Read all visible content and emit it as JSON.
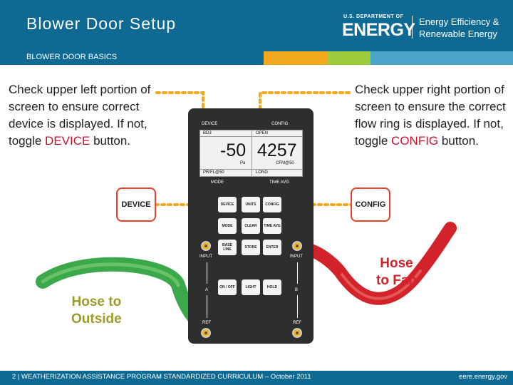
{
  "header": {
    "title": "Blower Door Setup"
  },
  "logo": {
    "dept": "U.S. DEPARTMENT OF",
    "energy": "ENERGY",
    "line1": "Energy Efficiency &",
    "line2": "Renewable Energy"
  },
  "subheader": {
    "label": "BLOWER DOOR BASICS"
  },
  "left_text": {
    "before": "Check upper left portion of screen to ensure correct device is displayed. If not, toggle ",
    "highlight": "DEVICE",
    "after": " button."
  },
  "right_text": {
    "before": "Check upper right portion of screen to ensure the correct flow ring is displayed. If not, toggle ",
    "highlight": "CONFIG",
    "after": " button."
  },
  "callouts": {
    "device": "DEVICE",
    "config": "CONFIG"
  },
  "hoses": {
    "outside": "Hose to\nOutside",
    "fan": "Hose\nto Fan"
  },
  "device": {
    "top_left": "DEVICE",
    "top_right": "CONFIG",
    "screen": {
      "device_name": "BD3",
      "config_name": "OPEN",
      "pressure": "-50",
      "flow": "4257",
      "pressure_unit": "Pa",
      "flow_unit": "CFM@50",
      "mode": "PR/FL@50",
      "time": "LONG"
    },
    "bottom_left": "MODE",
    "bottom_right": "TIME AVG",
    "keys": [
      [
        "DEVICE",
        "UNITS",
        "CONFIG"
      ],
      [
        "MODE",
        "CLEAR",
        "TIME AVG"
      ],
      [
        "BASE LINE",
        "STORE",
        "ENTER"
      ],
      [
        "ON / OFF",
        "LIGHT",
        "HOLD"
      ]
    ],
    "port_labels": {
      "input": "INPUT",
      "a": "A",
      "b": "B",
      "ref": "REF"
    }
  },
  "footer": {
    "left": "2 | WEATHERIZATION ASSISTANCE PROGRAM STANDARDIZED CURRICULUM – October 2011",
    "right": "eere.energy.gov"
  },
  "colors": {
    "brand_blue": "#0e6a93",
    "accent_orange": "#f2a91d",
    "highlight_red": "#c8102e",
    "hose_green": "#3aa84b",
    "hose_red": "#d2232a"
  }
}
